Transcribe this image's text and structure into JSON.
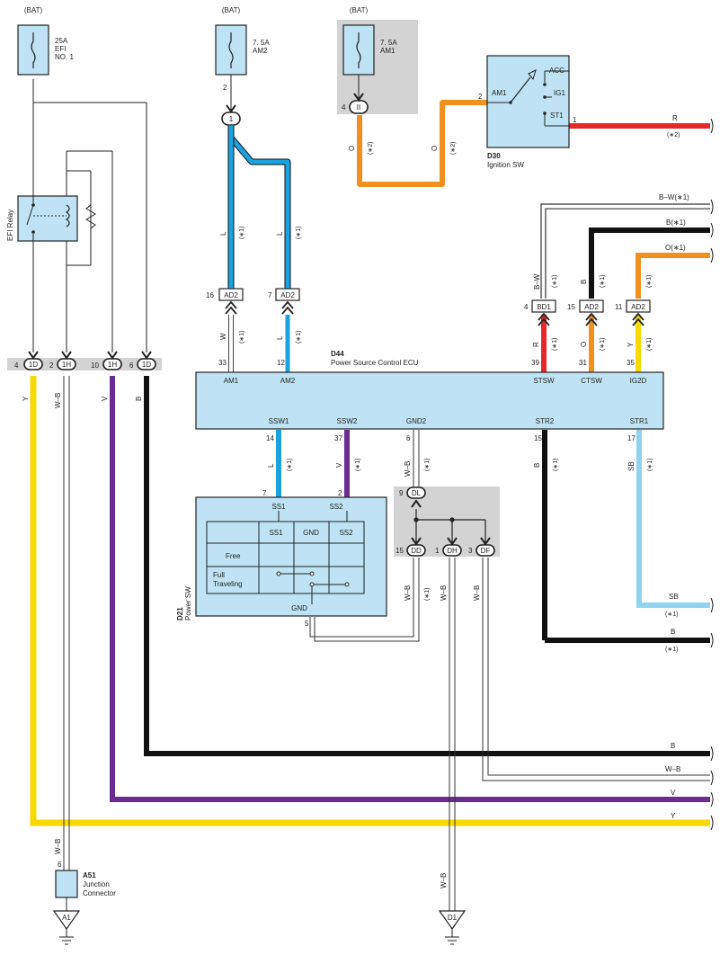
{
  "colors": {
    "L": "#1aa3e0",
    "O": "#f0901e",
    "R": "#e82828",
    "B": "#111111",
    "Y": "#f7d800",
    "V": "#6a2c91",
    "SB": "#8fd3f0",
    "W": "#ffffff",
    "WB": "#ffffff",
    "BW": "#ffffff",
    "box": "#bfe3f4",
    "shade": "#d3d3d3"
  },
  "fuses": {
    "efi": {
      "source": "(BAT)",
      "rating": "25A",
      "name1": "EFI",
      "name2": "NO. 1"
    },
    "am2": {
      "source": "(BAT)",
      "rating": "7. 5A",
      "name1": "AM2",
      "pin": "2"
    },
    "am1": {
      "source": "(BAT)",
      "rating": "7. 5A",
      "name1": "AM1"
    }
  },
  "relay": {
    "label": "EFI Relay"
  },
  "ignition": {
    "code": "D30",
    "name": "Ignition SW",
    "terms": {
      "acc": "ACC",
      "ig1": "IG1",
      "st1": "ST1",
      "am1": "AM1"
    },
    "pin_in": "2",
    "pin_out": "1"
  },
  "ecu": {
    "code": "D44",
    "name": "Power Source Control ECU",
    "top_pins": [
      {
        "num": "33",
        "label": "AM1"
      },
      {
        "num": "12",
        "label": "AM2"
      },
      {
        "num": "39",
        "label": "STSW"
      },
      {
        "num": "31",
        "label": "CTSW"
      },
      {
        "num": "35",
        "label": "IG2D"
      }
    ],
    "bottom_pins": [
      {
        "num": "14",
        "label": "SSW1"
      },
      {
        "num": "37",
        "label": "SSW2"
      },
      {
        "num": "6",
        "label": "GND2"
      },
      {
        "num": "15",
        "label": "STR2"
      },
      {
        "num": "17",
        "label": "STR1"
      }
    ]
  },
  "connectors": {
    "c1": "1",
    "cII": "II",
    "pinII": "4",
    "ad2a": {
      "id": "AD2",
      "pin": "16"
    },
    "ad2b": {
      "id": "AD2",
      "pin": "7"
    },
    "bd1": {
      "id": "BD1",
      "pin": "4"
    },
    "ad2c": {
      "id": "AD2",
      "pin": "15"
    },
    "ad2d": {
      "id": "AD2",
      "pin": "11"
    },
    "row": [
      {
        "pin": "4",
        "id": "1D"
      },
      {
        "pin": "2",
        "id": "1H"
      },
      {
        "pin": "10",
        "id": "1H"
      },
      {
        "pin": "6",
        "id": "1D"
      }
    ],
    "dl": {
      "id": "DL",
      "pin": "9"
    },
    "dd": {
      "id": "DD",
      "pin": "15"
    },
    "dh": {
      "id": "DH",
      "pin": "1"
    },
    "df": {
      "id": "DF",
      "pin": "3"
    }
  },
  "power_sw": {
    "code": "D21",
    "name": "Power SW",
    "ss1": "SS1",
    "ss2": "SS2",
    "gnd": "GND",
    "pin_ss1": "7",
    "pin_ss2": "2",
    "pin_gnd": "5",
    "table_headers": [
      "SS1",
      "GND",
      "SS2"
    ],
    "rows": [
      "Free",
      "Full",
      "Traveling"
    ]
  },
  "junction": {
    "code": "A51",
    "name1": "Junction",
    "name2": "Connector",
    "pin": "6"
  },
  "grounds": {
    "a1": "A1",
    "d1": "D1"
  },
  "wire_labels": {
    "L": "L",
    "O": "O",
    "R": "R",
    "B": "B",
    "Y": "Y",
    "V": "V",
    "W": "W",
    "SB": "SB",
    "WB": "W–B",
    "BW": "B–W",
    "BW1": "B–W(∗1)",
    "B1": "B(∗1)",
    "O1": "O(∗1)",
    "n1": "(∗1)",
    "n2": "(∗2)"
  }
}
